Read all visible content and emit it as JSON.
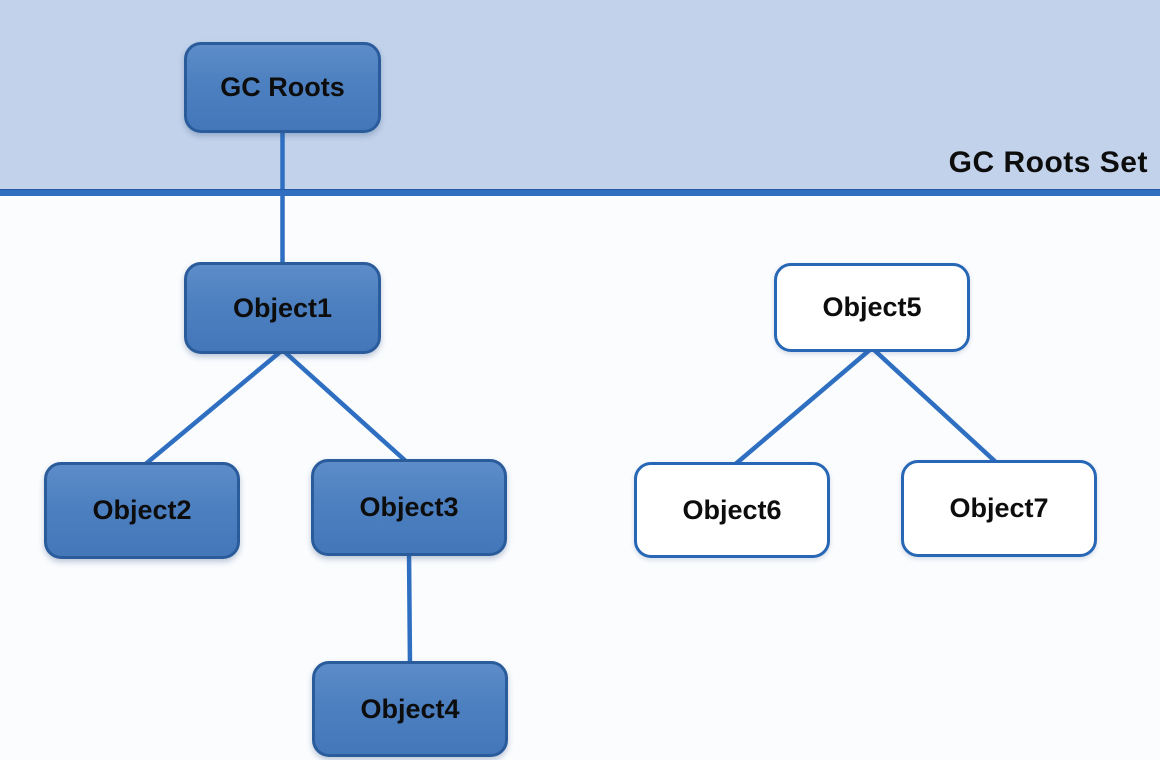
{
  "region": {
    "label": "GC Roots Set"
  },
  "nodes": [
    {
      "id": "gc-roots",
      "label": "GC Roots",
      "style": "filled"
    },
    {
      "id": "object1",
      "label": "Object1",
      "style": "filled"
    },
    {
      "id": "object2",
      "label": "Object2",
      "style": "filled"
    },
    {
      "id": "object3",
      "label": "Object3",
      "style": "filled"
    },
    {
      "id": "object4",
      "label": "Object4",
      "style": "filled"
    },
    {
      "id": "object5",
      "label": "Object5",
      "style": "outline"
    },
    {
      "id": "object6",
      "label": "Object6",
      "style": "outline"
    },
    {
      "id": "object7",
      "label": "Object7",
      "style": "outline"
    }
  ],
  "edges": [
    {
      "from": "gc-roots",
      "to": "object1"
    },
    {
      "from": "object1",
      "to": "object2"
    },
    {
      "from": "object1",
      "to": "object3"
    },
    {
      "from": "object3",
      "to": "object4"
    },
    {
      "from": "object5",
      "to": "object6"
    },
    {
      "from": "object5",
      "to": "object7"
    }
  ],
  "colors": {
    "band_background": "#c1d2ea",
    "canvas_background": "#fafcfe",
    "divider": "#2f6ec0",
    "connector": "#2f6fc1",
    "filled_node_fill": "#4d80c0",
    "filled_node_border": "#2a5c9c",
    "outline_node_fill": "#ffffff",
    "outline_node_border": "#2767b5",
    "label_text": "#0d0d0d"
  }
}
